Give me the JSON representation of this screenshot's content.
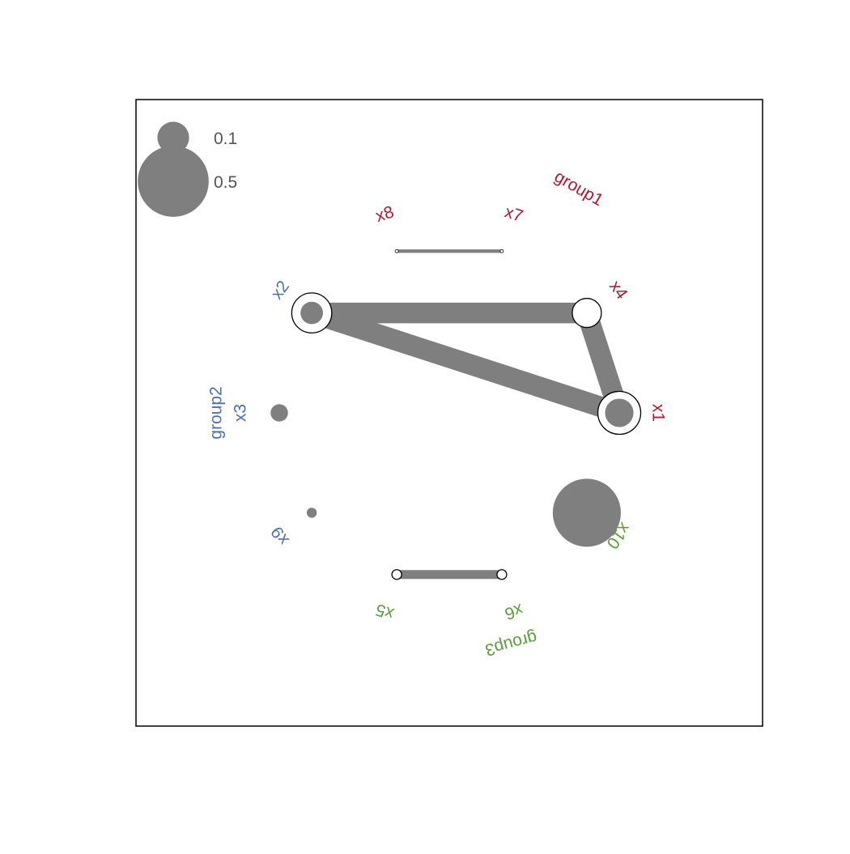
{
  "colors": {
    "group1": "#b2182b",
    "group2": "#4a72b0",
    "group3": "#5a9e3a",
    "mark": "#7f7f7f",
    "frame": "#000000",
    "ring_fill": "#ffffff"
  },
  "legend": {
    "items": [
      {
        "value": 0.1,
        "label": "0.1"
      },
      {
        "value": 0.5,
        "label": "0.5"
      }
    ]
  },
  "groups": [
    {
      "id": "group1",
      "label": "group1"
    },
    {
      "id": "group2",
      "label": "group2"
    },
    {
      "id": "group3",
      "label": "group3"
    }
  ],
  "nodes": [
    {
      "id": "x1",
      "label": "x1",
      "group": "group1",
      "diag": 0.08,
      "ring": true
    },
    {
      "id": "x2",
      "label": "x2",
      "group": "group2",
      "diag": 0.05,
      "ring": true
    },
    {
      "id": "x3",
      "label": "x3",
      "group": "group2",
      "diag": 0.03,
      "ring": false
    },
    {
      "id": "x4",
      "label": "x4",
      "group": "group1",
      "diag": 0.0,
      "ring": true
    },
    {
      "id": "x5",
      "label": "x5",
      "group": "group3",
      "diag": 0.0,
      "ring": true
    },
    {
      "id": "x6",
      "label": "x6",
      "group": "group3",
      "diag": 0.0,
      "ring": true
    },
    {
      "id": "x7",
      "label": "x7",
      "group": "group1",
      "diag": 0.0,
      "ring": true
    },
    {
      "id": "x8",
      "label": "x8",
      "group": "group1",
      "diag": 0.0,
      "ring": true
    },
    {
      "id": "x9",
      "label": "x9",
      "group": "group2",
      "diag": 0.01,
      "ring": false
    },
    {
      "id": "x10",
      "label": "x10",
      "group": "group3",
      "diag": 0.46,
      "ring": false
    }
  ],
  "edges": [
    {
      "from": "x2",
      "to": "x4",
      "value": 0.3
    },
    {
      "from": "x2",
      "to": "x1",
      "value": 0.3
    },
    {
      "from": "x4",
      "to": "x1",
      "value": 0.3
    },
    {
      "from": "x8",
      "to": "x7",
      "value": 0.05
    },
    {
      "from": "x5",
      "to": "x6",
      "value": 0.13
    }
  ]
}
